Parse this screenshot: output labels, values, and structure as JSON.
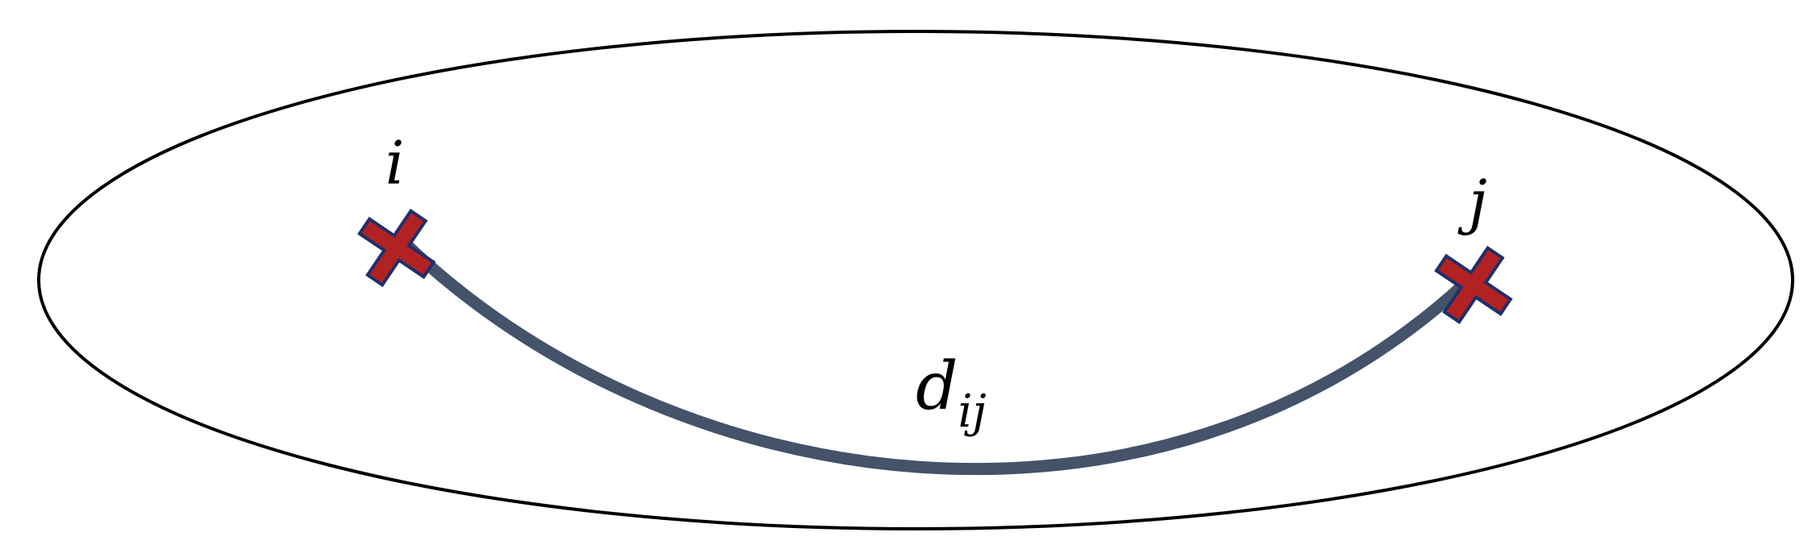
{
  "points": {
    "i": {
      "label": "i"
    },
    "j": {
      "label": "j"
    }
  },
  "distance": {
    "base": "d",
    "subscript": "ij"
  },
  "colors": {
    "marker_fill": "#b22222",
    "marker_stroke": "#1f2f6b",
    "curve": "#44526a",
    "boundary": "#000000"
  },
  "icons": {
    "marker": "cross-marker-icon"
  }
}
